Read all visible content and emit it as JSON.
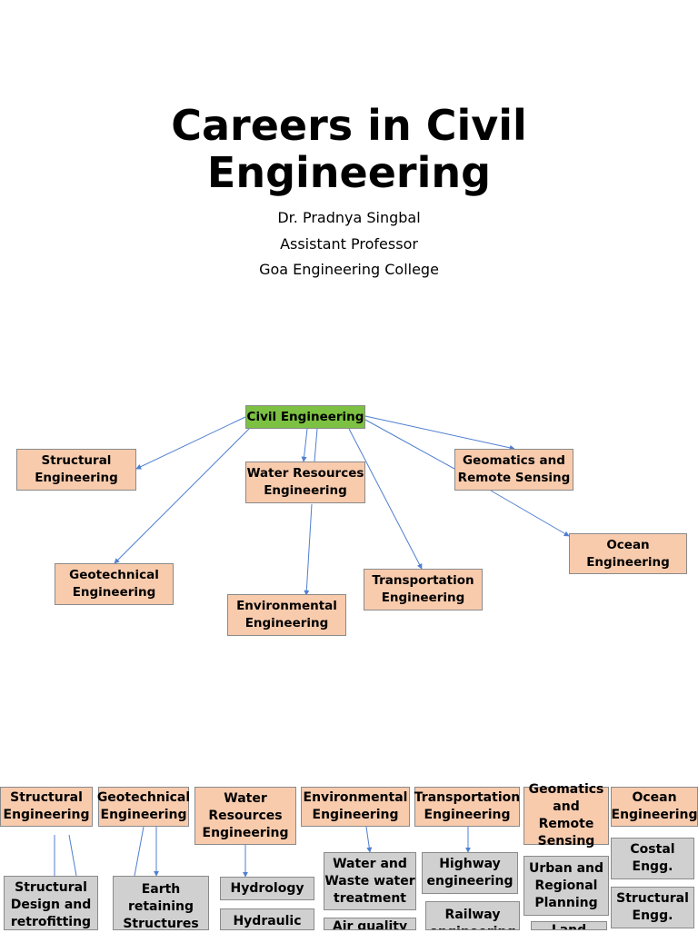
{
  "slide1": {
    "title_line1": "Careers in Civil",
    "title_line2": "Engineering",
    "author": "Dr. Pradnya Singbal",
    "position": "Assistant Professor",
    "institution": "Goa Engineering College"
  },
  "mindmap": {
    "root": "Civil Engineering",
    "structural": [
      "Structural",
      "Engineering"
    ],
    "water": [
      "Water Resources",
      "Engineering"
    ],
    "geomatics": [
      "Geomatics and",
      "Remote Sensing"
    ],
    "ocean": [
      "Ocean",
      "Engineering"
    ],
    "geotechnical": [
      "Geotechnical",
      "Engineering"
    ],
    "transportation": [
      "Transportation",
      "Engineering"
    ],
    "environmental": [
      "Environmental",
      "Engineering"
    ]
  },
  "table": {
    "headers": [
      [
        "Structural",
        "Engineering"
      ],
      [
        "Geotechnical",
        "Engineering"
      ],
      [
        "Water",
        "Resources",
        "Engineering"
      ],
      [
        "Environmental",
        "Engineering"
      ],
      [
        "Transportation",
        "Engineering"
      ],
      [
        "Geomatics",
        "and Remote",
        "Sensing"
      ],
      [
        "Ocean",
        "Engineering"
      ]
    ],
    "items": {
      "structural": [
        [
          "Structural",
          "Design and",
          "retrofitting"
        ]
      ],
      "geotechnical": [
        [
          "Earth",
          "retaining",
          "Structures"
        ]
      ],
      "water": [
        [
          "Hydrology"
        ],
        [
          "Hydraulic"
        ]
      ],
      "environmental": [
        [
          "Water and",
          "Waste water",
          "treatment"
        ],
        [
          "Air quality"
        ]
      ],
      "transportation": [
        [
          "Highway",
          "engineering"
        ],
        [
          "Railway",
          "engineering"
        ]
      ],
      "geomatics": [
        [
          "Urban and",
          "Regional",
          "Planning"
        ],
        [
          "Land"
        ]
      ],
      "ocean": [
        [
          "Costal",
          "Engg."
        ],
        [
          "Structural",
          "Engg."
        ]
      ]
    }
  },
  "colors": {
    "root_fill": "#7cc142",
    "node_fill": "#f8cbad",
    "item_fill": "#d0d0d0",
    "connector": "#4f7fd0"
  }
}
